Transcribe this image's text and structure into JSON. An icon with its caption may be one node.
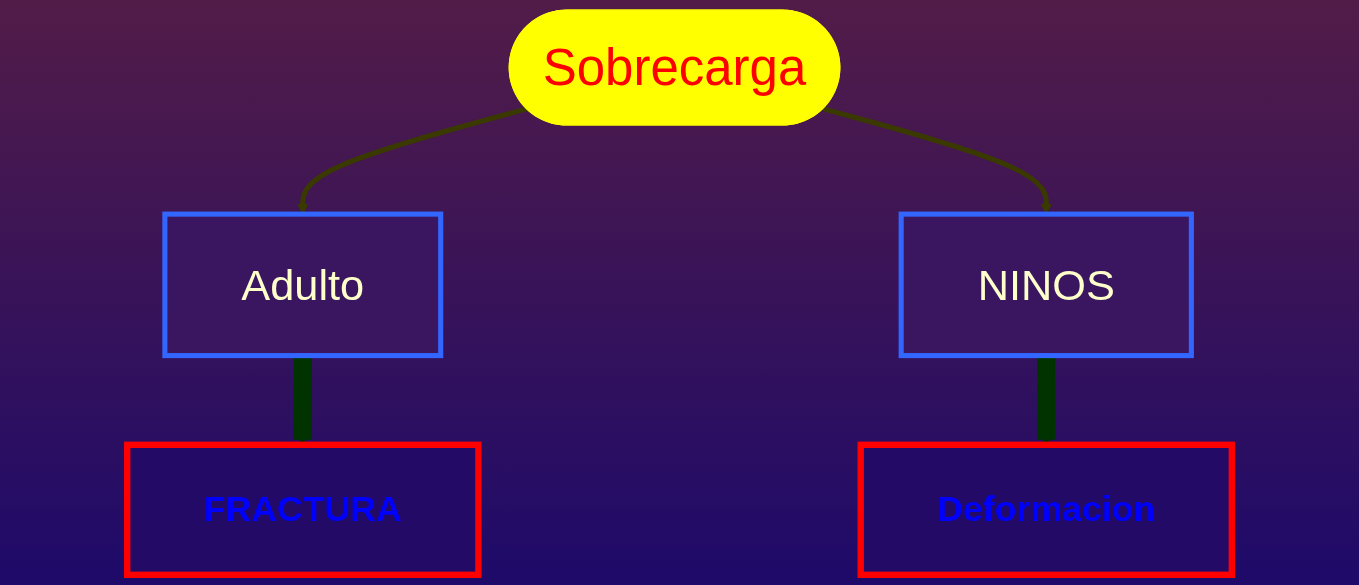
{
  "diagram": {
    "nodes": [
      {
        "text": [
          "Sobrecarga"
        ]
      },
      {
        "text": [
          "Adulto"
        ]
      },
      {
        "text": [
          "NINOS"
        ]
      },
      {
        "text": [
          "FRACTURA"
        ]
      },
      {
        "text": [
          "Deformacion"
        ]
      }
    ],
    "edges": [
      {
        "from": 0,
        "to": 1,
        "arrow": "to"
      },
      {
        "from": 0,
        "to": 2,
        "arrow": "to"
      },
      {
        "from": 1,
        "to": 3,
        "arrow": "to",
        "style": "thick",
        "color": "#003300"
      },
      {
        "from": 2,
        "to": 4,
        "arrow": "to",
        "style": "thick",
        "color": "#003300"
      }
    ]
  }
}
